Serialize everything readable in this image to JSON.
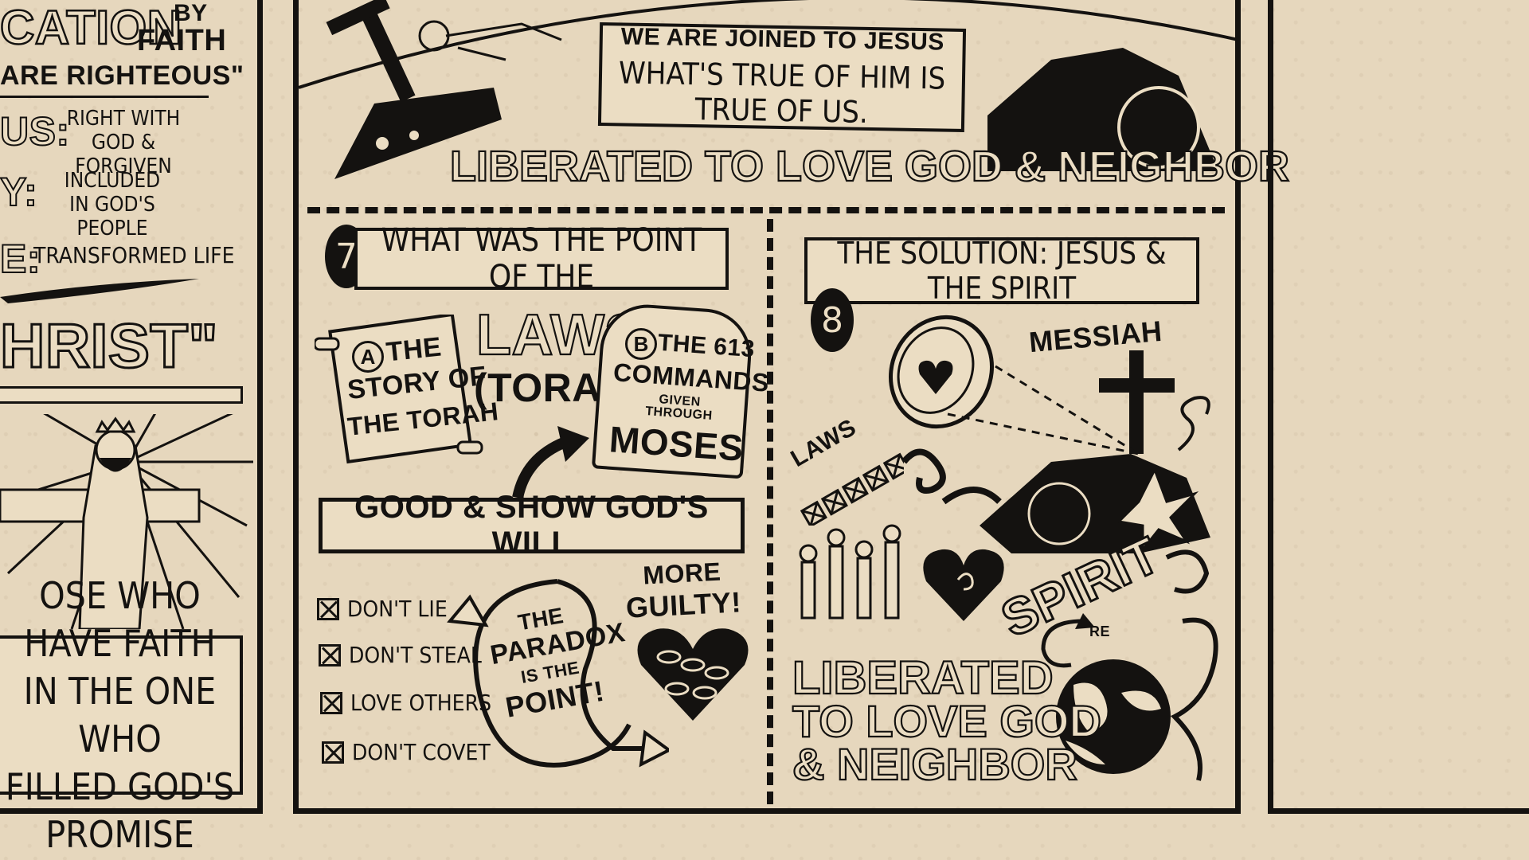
{
  "left_panel": {
    "title_fragment": "CATION",
    "by_faith_line1": "BY",
    "by_faith_line2": "FAITH",
    "subtitle": "ARE RIGHTEOUS\"",
    "row1_key": "US:",
    "row1_value": "RIGHT WITH GOD & FORGIVEN",
    "row2_key": "Y:",
    "row2_value": "INCLUDED IN GOD'S PEOPLE",
    "row3_key": "E:",
    "row3_value": "TRANSFORMED LIFE",
    "christ_text": "HRIST\"",
    "bottom_line1": "OSE WHO HAVE FAITH",
    "bottom_line2": "IN THE ONE WHO",
    "bottom_line3": "FILLED GOD'S PROMISE"
  },
  "top_section": {
    "joined_line": "WE ARE JOINED TO JESUS",
    "true_line": "WHAT'S TRUE OF HIM IS TRUE OF US.",
    "liberated": "LIBERATED to LOVE GOD & NEIGHBOR"
  },
  "section7": {
    "number": "7",
    "question": "WHAT WAS THE POINT OF THE",
    "law": "LAW?",
    "torah": "(TORAH)",
    "story_a_letter": "A",
    "story_a_line1": "THE",
    "story_a_line2": "STORY of",
    "story_a_line3": "THE TORAH",
    "b_letter": "B",
    "b_the_613": "THE 613",
    "b_commands": "COMMANDS",
    "b_given": "GIVEN THROUGH",
    "b_moses": "MOSES",
    "good_will": "GOOD & SHOW GOD'S WILL",
    "checklist": [
      "DON'T LIE",
      "DON'T STEAL",
      "LOVE OTHERS",
      "DON'T COVET"
    ],
    "paradox_line1": "THE",
    "paradox_line2": "PARADOX",
    "paradox_line3": "IS THE",
    "paradox_line4": "POINT!",
    "more_guilty_line1": "MORE",
    "more_guilty_line2": "GUILTY!"
  },
  "section8": {
    "number": "8",
    "heading": "THE SOLUTION: JESUS & THE SPIRIT",
    "messiah": "MESSIAH",
    "laws": "LAWS",
    "spirit": "SPIRIT",
    "re": "RE",
    "liberated_line1": "LIBERATED",
    "liberated_line2": "to LOVE GOD",
    "liberated_line3": "& NEIGHBOR"
  }
}
